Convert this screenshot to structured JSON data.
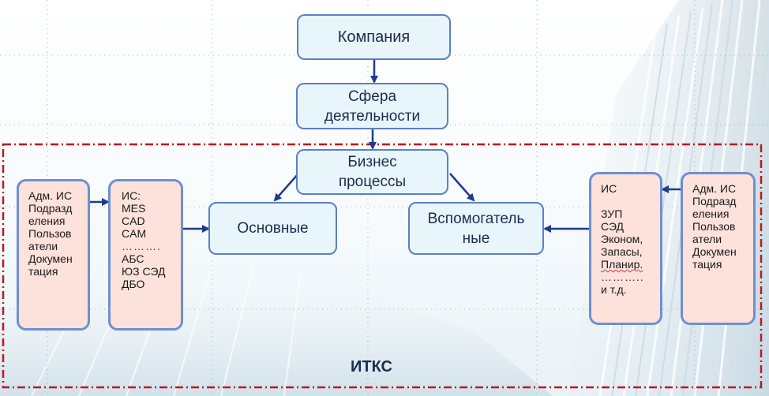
{
  "nodes": {
    "company": "Компания",
    "activity": "Сфера\nдеятельности",
    "business": "Бизнес\nпроцессы",
    "main": "Основные",
    "auxiliary": "Вспомогатель\nные"
  },
  "left_admin": [
    "Адм. ИС",
    "Подразд",
    "еления",
    "Пользов",
    "атели",
    "Докумен",
    "тация"
  ],
  "left_is": {
    "top": [
      "ИС:",
      "MES",
      "CAD",
      "CAM"
    ],
    "dots": "……….",
    "bottom": [
      "АБС",
      "ЮЗ СЭД",
      "ДБО"
    ]
  },
  "right_is": {
    "top": [
      "ИС"
    ],
    "middle": [
      "ЗУП",
      "СЭД",
      "Эконом,",
      "Запасы,",
      "Планир."
    ],
    "dots": "………..",
    "bottom": [
      "и т.д."
    ]
  },
  "right_admin": [
    "Адм. ИС",
    "Подразд",
    "еления",
    "Пользов",
    "атели",
    "Докумен",
    "тация"
  ],
  "frame_label": "ИТКС",
  "colors": {
    "arrow": "#1f3a8f",
    "frame": "#c0161d",
    "box_border": "#5b7fc6"
  }
}
